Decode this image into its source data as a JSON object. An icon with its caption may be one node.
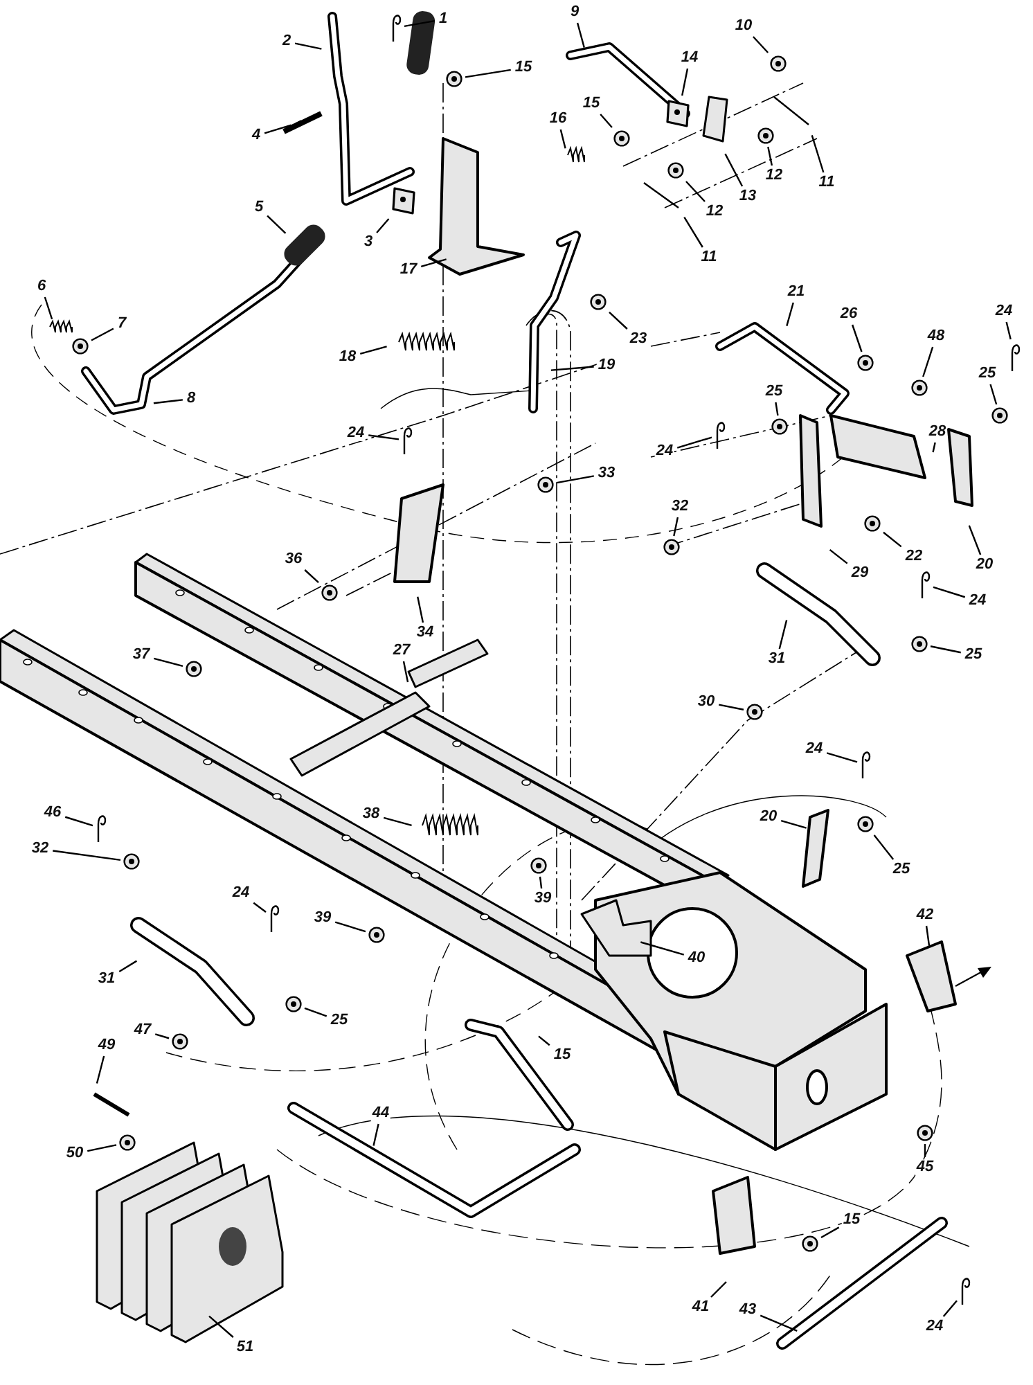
{
  "diagram": {
    "nodes": [
      {
        "text": [
          "1"
        ]
      },
      {
        "text": [
          "2"
        ]
      },
      {
        "text": [
          "9"
        ]
      },
      {
        "text": [
          "10"
        ]
      },
      {
        "text": [
          "15"
        ]
      },
      {
        "text": [
          "4"
        ]
      },
      {
        "text": [
          "16"
        ]
      },
      {
        "text": [
          "15"
        ]
      },
      {
        "text": [
          "14"
        ]
      },
      {
        "text": [
          "12"
        ]
      },
      {
        "text": [
          "11"
        ]
      },
      {
        "text": [
          "13"
        ]
      },
      {
        "text": [
          "12"
        ]
      },
      {
        "text": [
          "11"
        ]
      },
      {
        "text": [
          "3"
        ]
      },
      {
        "text": [
          "5"
        ]
      },
      {
        "text": [
          "17"
        ]
      },
      {
        "text": [
          "6"
        ]
      },
      {
        "text": [
          "7"
        ]
      },
      {
        "text": [
          "23"
        ]
      },
      {
        "text": [
          "18"
        ]
      },
      {
        "text": [
          "19"
        ]
      },
      {
        "text": [
          "8"
        ]
      },
      {
        "text": [
          "21"
        ]
      },
      {
        "text": [
          "26"
        ]
      },
      {
        "text": [
          "48"
        ]
      },
      {
        "text": [
          "24"
        ]
      },
      {
        "text": [
          "25"
        ]
      },
      {
        "text": [
          "25"
        ]
      },
      {
        "text": [
          "24"
        ]
      },
      {
        "text": [
          "24"
        ]
      },
      {
        "text": [
          "33"
        ]
      },
      {
        "text": [
          "28"
        ]
      },
      {
        "text": [
          "32"
        ]
      },
      {
        "text": [
          "22"
        ]
      },
      {
        "text": [
          "20"
        ]
      },
      {
        "text": [
          "29"
        ]
      },
      {
        "text": [
          "36"
        ]
      },
      {
        "text": [
          "34"
        ]
      },
      {
        "text": [
          "24"
        ]
      },
      {
        "text": [
          "31"
        ]
      },
      {
        "text": [
          "25"
        ]
      },
      {
        "text": [
          "37"
        ]
      },
      {
        "text": [
          "27"
        ]
      },
      {
        "text": [
          "30"
        ]
      },
      {
        "text": [
          "24"
        ]
      },
      {
        "text": [
          "20"
        ]
      },
      {
        "text": [
          "25"
        ]
      },
      {
        "text": [
          "46"
        ]
      },
      {
        "text": [
          "32"
        ]
      },
      {
        "text": [
          "38"
        ]
      },
      {
        "text": [
          "39"
        ]
      },
      {
        "text": [
          "24"
        ]
      },
      {
        "text": [
          "39"
        ]
      },
      {
        "text": [
          "42"
        ]
      },
      {
        "text": [
          "40"
        ]
      },
      {
        "text": [
          "31"
        ]
      },
      {
        "text": [
          "25"
        ]
      },
      {
        "text": [
          "15"
        ]
      },
      {
        "text": [
          "47"
        ]
      },
      {
        "text": [
          "49"
        ]
      },
      {
        "text": [
          "50"
        ]
      },
      {
        "text": [
          "44"
        ]
      },
      {
        "text": [
          "45"
        ]
      },
      {
        "text": [
          "15"
        ]
      },
      {
        "text": [
          "41"
        ]
      },
      {
        "text": [
          "43"
        ]
      },
      {
        "text": [
          "24"
        ]
      },
      {
        "text": [
          "51"
        ]
      },
      {
        "text": [],
        "shape": "hook"
      },
      {
        "text": [],
        "shape": "circle"
      },
      {
        "text": [],
        "shape": "circle"
      },
      {
        "text": [],
        "shape": "circle"
      },
      {
        "text": [],
        "shape": "box"
      },
      {
        "text": [],
        "shape": "circle"
      },
      {
        "text": [],
        "shape": "circle"
      },
      {
        "text": [],
        "shape": "box"
      },
      {
        "text": [],
        "shape": "circle"
      },
      {
        "text": [],
        "shape": "circle"
      },
      {
        "text": [],
        "shape": "circle"
      },
      {
        "text": [],
        "shape": "circle"
      },
      {
        "text": [],
        "shape": "hook"
      },
      {
        "text": [],
        "shape": "circle"
      },
      {
        "text": [],
        "shape": "circle"
      },
      {
        "text": [],
        "shape": "hook"
      },
      {
        "text": [],
        "shape": "hook"
      },
      {
        "text": [],
        "shape": "circle"
      },
      {
        "text": [],
        "shape": "circle"
      },
      {
        "text": [],
        "shape": "circle"
      },
      {
        "text": [],
        "shape": "circle"
      },
      {
        "text": [],
        "shape": "hook"
      },
      {
        "text": [],
        "shape": "circle"
      },
      {
        "text": [],
        "shape": "circle"
      },
      {
        "text": [],
        "shape": "circle"
      },
      {
        "text": [],
        "shape": "hook"
      },
      {
        "text": [],
        "shape": "circle"
      },
      {
        "text": [],
        "shape": "hook"
      },
      {
        "text": [],
        "shape": "circle"
      },
      {
        "text": [],
        "shape": "circle"
      },
      {
        "text": [],
        "shape": "hook"
      },
      {
        "text": [],
        "shape": "circle"
      },
      {
        "text": [],
        "shape": "circle"
      },
      {
        "text": [],
        "shape": "circle"
      },
      {
        "text": [],
        "shape": "circle"
      },
      {
        "text": [],
        "shape": "circle"
      },
      {
        "text": [],
        "shape": "circle"
      },
      {
        "text": [],
        "shape": "hook"
      }
    ],
    "edges": [
      {
        "from": 0,
        "to": 69,
        "arrow": "none"
      },
      {
        "from": 1,
        "to": null,
        "arrow": "none"
      },
      {
        "from": 2,
        "to": null,
        "arrow": "none"
      },
      {
        "from": 3,
        "to": 70,
        "arrow": "none"
      },
      {
        "from": 4,
        "to": 71,
        "arrow": "none"
      },
      {
        "from": 5,
        "to": null,
        "arrow": "none"
      },
      {
        "from": 6,
        "to": null,
        "arrow": "none"
      },
      {
        "from": 7,
        "to": 72,
        "arrow": "none"
      },
      {
        "from": 8,
        "to": 73,
        "arrow": "none"
      },
      {
        "from": 9,
        "to": 74,
        "arrow": "none"
      },
      {
        "from": 10,
        "to": null,
        "arrow": "none"
      },
      {
        "from": 11,
        "to": null,
        "arrow": "none"
      },
      {
        "from": 12,
        "to": 75,
        "arrow": "none"
      },
      {
        "from": 13,
        "to": null,
        "arrow": "none"
      },
      {
        "from": 14,
        "to": 76,
        "arrow": "none"
      },
      {
        "from": 15,
        "to": null,
        "arrow": "none"
      },
      {
        "from": 16,
        "to": null,
        "arrow": "none"
      },
      {
        "from": 17,
        "to": null,
        "arrow": "none"
      },
      {
        "from": 18,
        "to": 77,
        "arrow": "none"
      },
      {
        "from": 19,
        "to": 78,
        "arrow": "none"
      },
      {
        "from": 20,
        "to": null,
        "arrow": "none"
      },
      {
        "from": 21,
        "to": null,
        "arrow": "none"
      },
      {
        "from": 22,
        "to": null,
        "arrow": "none"
      },
      {
        "from": 23,
        "to": null,
        "arrow": "none"
      },
      {
        "from": 24,
        "to": 79,
        "arrow": "none"
      },
      {
        "from": 25,
        "to": 80,
        "arrow": "none"
      },
      {
        "from": 26,
        "to": 81,
        "arrow": "none"
      },
      {
        "from": 27,
        "to": 82,
        "arrow": "none"
      },
      {
        "from": 28,
        "to": 83,
        "arrow": "none"
      },
      {
        "from": 29,
        "to": 84,
        "arrow": "none"
      },
      {
        "from": 30,
        "to": 85,
        "arrow": "none"
      },
      {
        "from": 31,
        "to": 86,
        "arrow": "none"
      },
      {
        "from": 32,
        "to": null,
        "arrow": "none"
      },
      {
        "from": 33,
        "to": 87,
        "arrow": "none"
      },
      {
        "from": 34,
        "to": 88,
        "arrow": "none"
      },
      {
        "from": 35,
        "to": null,
        "arrow": "none"
      },
      {
        "from": 36,
        "to": null,
        "arrow": "none"
      },
      {
        "from": 37,
        "to": 89,
        "arrow": "none"
      },
      {
        "from": 38,
        "to": null,
        "arrow": "none"
      },
      {
        "from": 39,
        "to": 90,
        "arrow": "none"
      },
      {
        "from": 40,
        "to": null,
        "arrow": "none"
      },
      {
        "from": 41,
        "to": 91,
        "arrow": "none"
      },
      {
        "from": 42,
        "to": 92,
        "arrow": "none"
      },
      {
        "from": 43,
        "to": null,
        "arrow": "none"
      },
      {
        "from": 44,
        "to": 93,
        "arrow": "none"
      },
      {
        "from": 45,
        "to": 94,
        "arrow": "none"
      },
      {
        "from": 46,
        "to": null,
        "arrow": "none"
      },
      {
        "from": 47,
        "to": 95,
        "arrow": "none"
      },
      {
        "from": 48,
        "to": 96,
        "arrow": "none"
      },
      {
        "from": 49,
        "to": 97,
        "arrow": "none"
      },
      {
        "from": 50,
        "to": null,
        "arrow": "none"
      },
      {
        "from": 51,
        "to": 98,
        "arrow": "none"
      },
      {
        "from": 52,
        "to": 99,
        "arrow": "none"
      },
      {
        "from": 53,
        "to": 100,
        "arrow": "none"
      },
      {
        "from": 54,
        "to": null,
        "arrow": "none"
      },
      {
        "from": 55,
        "to": null,
        "arrow": "none"
      },
      {
        "from": 56,
        "to": null,
        "arrow": "none"
      },
      {
        "from": 57,
        "to": 101,
        "arrow": "none"
      },
      {
        "from": 58,
        "to": null,
        "arrow": "none"
      },
      {
        "from": 59,
        "to": 102,
        "arrow": "none"
      },
      {
        "from": 60,
        "to": null,
        "arrow": "none"
      },
      {
        "from": 61,
        "to": 103,
        "arrow": "none"
      },
      {
        "from": 62,
        "to": null,
        "arrow": "none"
      },
      {
        "from": 63,
        "to": 104,
        "arrow": "none"
      },
      {
        "from": 64,
        "to": 105,
        "arrow": "none"
      },
      {
        "from": 65,
        "to": null,
        "arrow": "none"
      },
      {
        "from": 66,
        "to": null,
        "arrow": "none"
      },
      {
        "from": 67,
        "to": 106,
        "arrow": "none"
      },
      {
        "from": 68,
        "to": null,
        "arrow": "none"
      }
    ]
  }
}
